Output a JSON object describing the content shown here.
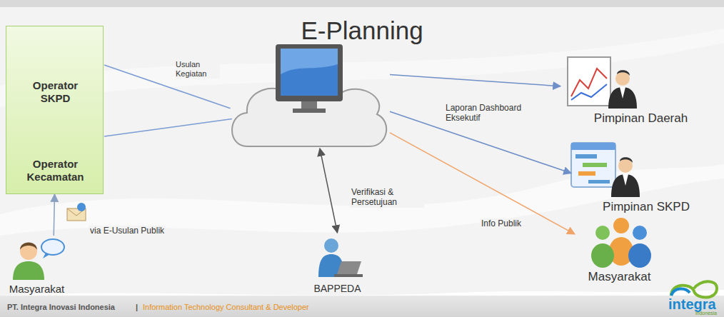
{
  "diagram": {
    "title": "E-Planning",
    "nodes": [
      {
        "text": []
      },
      {
        "text": [
          "Operator SKPD"
        ],
        "in": 0
      },
      {
        "text": [
          "Operator Kecamatan"
        ],
        "in": 0
      },
      {
        "text": []
      },
      {
        "text": [
          "Pimpinan Daerah"
        ]
      },
      {
        "text": [
          "Pimpinan SKPD"
        ]
      },
      {
        "text": [
          "Masyarakat"
        ]
      },
      {
        "text": [
          "BAPPEDA"
        ]
      },
      {
        "text": [
          "Masyarakat"
        ]
      }
    ],
    "edges": [
      {
        "from": 1,
        "to": 3,
        "arrow": "none"
      },
      {
        "from": 2,
        "to": 3,
        "arrow": "none"
      },
      {
        "from": 3,
        "to": 4,
        "label": "Laporan Dashboard Eksekutif",
        "arrow": "to"
      },
      {
        "from": 3,
        "to": 5,
        "arrow": "to"
      },
      {
        "from": 3,
        "to": 6,
        "label": "Info Publik",
        "arrow": "to"
      },
      {
        "from": 7,
        "to": 3,
        "label": "Verifikasi & Persetujuan",
        "arrow": "both"
      },
      {
        "from": 8,
        "to": 0,
        "label": "via E-Usulan Publik",
        "arrow": "to"
      }
    ],
    "labels": [
      "Usulan Kegiatan",
      "PT. Integra Inovasi Indonesia",
      "|",
      "Information Technology Consultant & Developer",
      "integra",
      "indonesia"
    ]
  }
}
